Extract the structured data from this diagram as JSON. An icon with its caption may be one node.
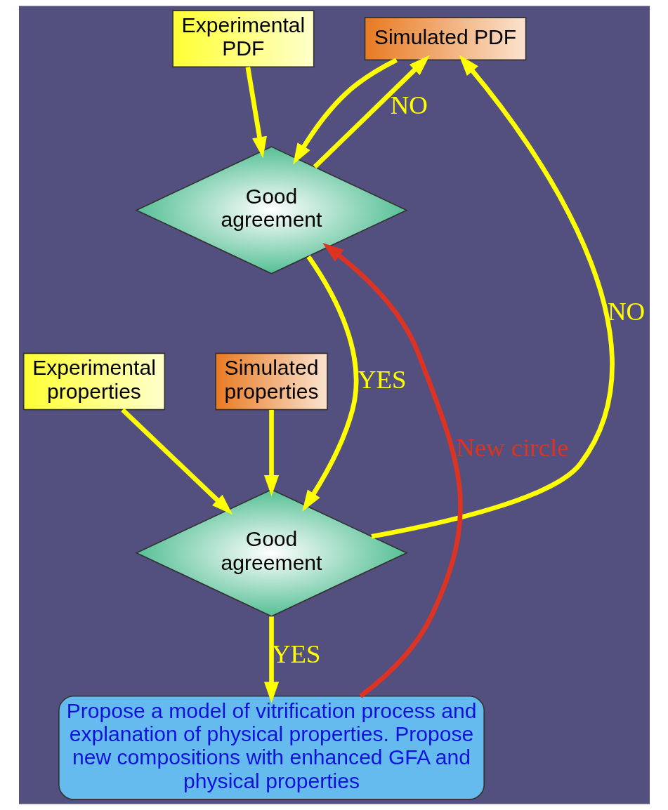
{
  "diagram": {
    "nodes": [
      {
        "text": [
          "Experimental PDF"
        ]
      },
      {
        "text": [
          "Simulated PDF"
        ]
      },
      {
        "text": [
          "Good agreement"
        ]
      },
      {
        "text": [
          "Experimental properties"
        ]
      },
      {
        "text": [
          "Simulated properties"
        ]
      },
      {
        "text": [
          "Good agreement"
        ]
      },
      {
        "text": [
          "Propose a model of vitrification process and explanation of physical properties. Propose new compositions with enhanced GFA and physical properties"
        ]
      }
    ],
    "edges": [
      {
        "from": 0,
        "to": 2,
        "arrow": "to"
      },
      {
        "from": 1,
        "to": 2,
        "arrow": "to"
      },
      {
        "from": 2,
        "to": 1,
        "arrow": "to",
        "label": "NO"
      },
      {
        "from": 2,
        "to": 5,
        "arrow": "to",
        "label": "YES"
      },
      {
        "from": 3,
        "to": 5,
        "arrow": "to"
      },
      {
        "from": 4,
        "to": 5,
        "arrow": "to"
      },
      {
        "from": 5,
        "to": 1,
        "arrow": "to",
        "label": "NO"
      },
      {
        "from": 5,
        "to": 6,
        "arrow": "to",
        "label": "YES"
      },
      {
        "from": 6,
        "to": 2,
        "arrow": "to",
        "label": "New circle",
        "color": "#dd3322"
      }
    ]
  }
}
